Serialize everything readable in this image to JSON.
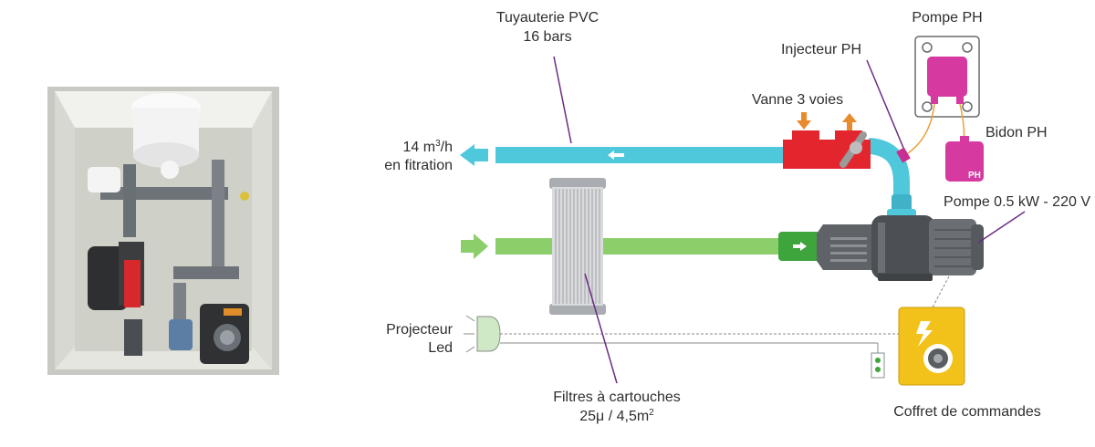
{
  "photo": {
    "alt": "Photo du local technique compact"
  },
  "labels": {
    "pvc_pipe_line1": "Tuyauterie PVC",
    "pvc_pipe_line2": "16 bars",
    "pompe_ph": "Pompe PH",
    "injecteur_ph": "Injecteur PH",
    "vanne_3_voies": "Vanne 3 voies",
    "bidon_ph": "Bidon PH",
    "bidon_tag": "PH",
    "flow_line1_pre": "14 m",
    "flow_line1_sup": "3",
    "flow_line1_post": "/h",
    "flow_line2": "en fitration",
    "pompe_motor": "Pompe 0.5 kW - 220 V",
    "projecteur_line1": "Projecteur",
    "projecteur_line2": "Led",
    "filtres_line1": "Filtres à cartouches",
    "filtres_line2_pre": "25μ / 4,5m",
    "filtres_line2_sup": "2",
    "coffret": "Coffret de commandes"
  },
  "colors": {
    "pvc_blue": "#4fc8dc",
    "intake_green": "#8ccf6a",
    "valve_red": "#e3262d",
    "pump_magenta": "#d63aa0",
    "pump_grey": "#5f6367",
    "control_yellow": "#f2c21b",
    "arrow_orange": "#e98a2d",
    "leader_purple": "#6a2c84",
    "led_green": "#cfe8c5"
  }
}
